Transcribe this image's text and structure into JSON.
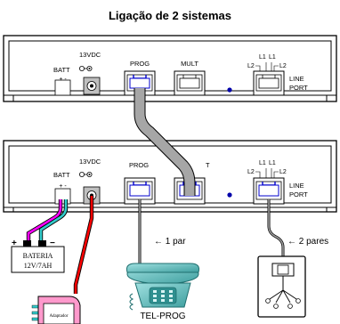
{
  "title": "Ligação de 2 sistemas",
  "colors": {
    "title": "#ff0000",
    "cable_gray": "#a6a6a6",
    "wire_magenta": "#ff00ff",
    "wire_cyan": "#33cccc",
    "wire_red": "#ff0000",
    "jack_blue": "#0000cc",
    "phone_teal": "#5fbfbf",
    "adapter_pink": "#ff99cc"
  },
  "unit1": {
    "batt_label": "BATT",
    "power_label": "13VDC",
    "polarity": "+ -",
    "prog_label": "PROG",
    "mult_label": "MULT",
    "l1_label": "L1",
    "l2_label": "L2",
    "line_label": "LINE",
    "port_label": "PORT"
  },
  "unit2": {
    "batt_label": "BATT",
    "power_label": "13VDC",
    "polarity": "+ -",
    "prog_label": "PROG",
    "mult_label": "T",
    "l1_label": "L1",
    "l2_label": "L2",
    "line_label": "LINE",
    "port_label": "PORT"
  },
  "battery": {
    "line1": "BATERIA",
    "line2": "12V/7AH",
    "plus": "+",
    "minus": "−"
  },
  "adapter_label": "Adaptador",
  "phone_label": "TEL-PROG",
  "one_pair": "← 1 par",
  "two_pairs": "← 2 pares",
  "icons": [
    "telephone-icon",
    "wall-jack-icon",
    "battery-icon",
    "power-adapter-icon"
  ]
}
